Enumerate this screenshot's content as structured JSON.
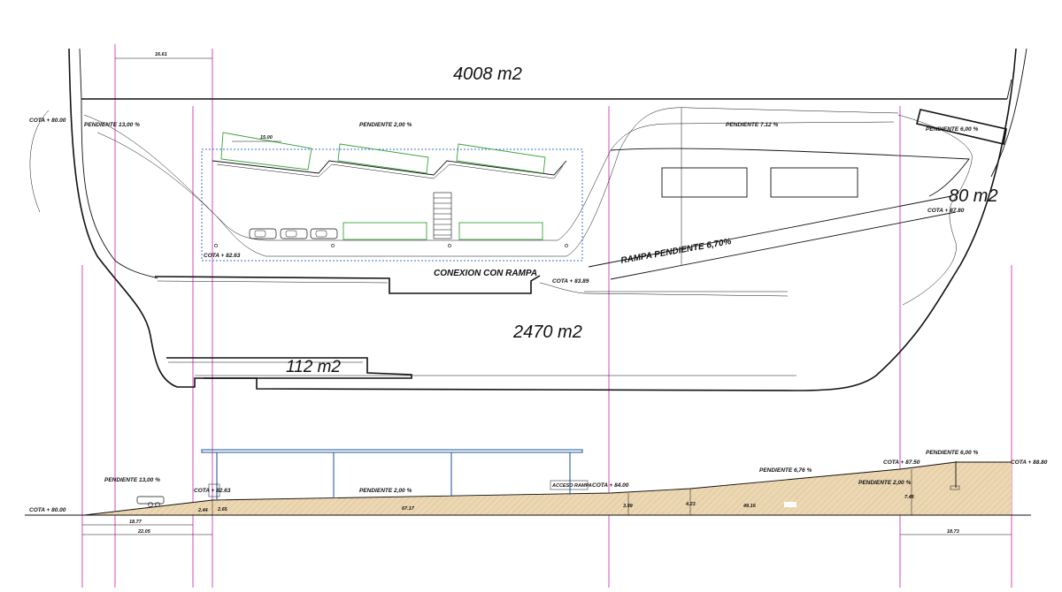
{
  "plan": {
    "area_top": "4008 m2",
    "area_right": "80 m2",
    "area_center": "2470 m2",
    "area_bottom": "112 m2",
    "cota_left": "COTA + 80.00",
    "cota_parking": "COTA + 82.63",
    "cota_conexion": "COTA + 83.89",
    "cota_right": "COTA + 87.80",
    "pendiente_left": "PENDIENTE  13,00 %",
    "pendiente_top": "PENDIENTE  2,00 %",
    "pendiente_mid_right": "PENDIENTE  7.12 %",
    "pendiente_far_right": "PENDIENTE  6,00 %",
    "dim_top": "16.61",
    "dim_bay": "15.00",
    "conexion": "CONEXION CON RAMPA",
    "rampa": "RAMPA PENDIENTE     6,70%"
  },
  "section": {
    "cota_left": "COTA + 80.00",
    "cota_parking": "COTA + 82.63",
    "cota_mid": "COTA + 84.00",
    "cota_upper": "COTA + 87.50",
    "cota_right": "COTA + 88.80",
    "pendiente_left": "PENDIENTE  13,00 %",
    "pendiente_center": "PENDIENTE  2,00 %",
    "pendiente_ramp": "PENDIENTE  6,76 %",
    "pendiente_upper": "PENDIENTE  6,00 %",
    "pendiente_small": "PENDIENTE  2,00 %",
    "acceso": "ACCESO RAMPA",
    "dim_main": "67.17",
    "dim_right": "49.16",
    "dim_h1": "3.99",
    "dim_h2": "4.23",
    "dim_h3": "7.48",
    "dim_a": "2.44",
    "dim_b": "2.65",
    "dim_c": "18.77",
    "dim_d": "22.05",
    "dim_e": "18.73"
  },
  "colors": {
    "guide": "#d23ab0",
    "ground": "#e9d3ae",
    "green": "#3aa33a",
    "blue": "#3b6fd6"
  }
}
